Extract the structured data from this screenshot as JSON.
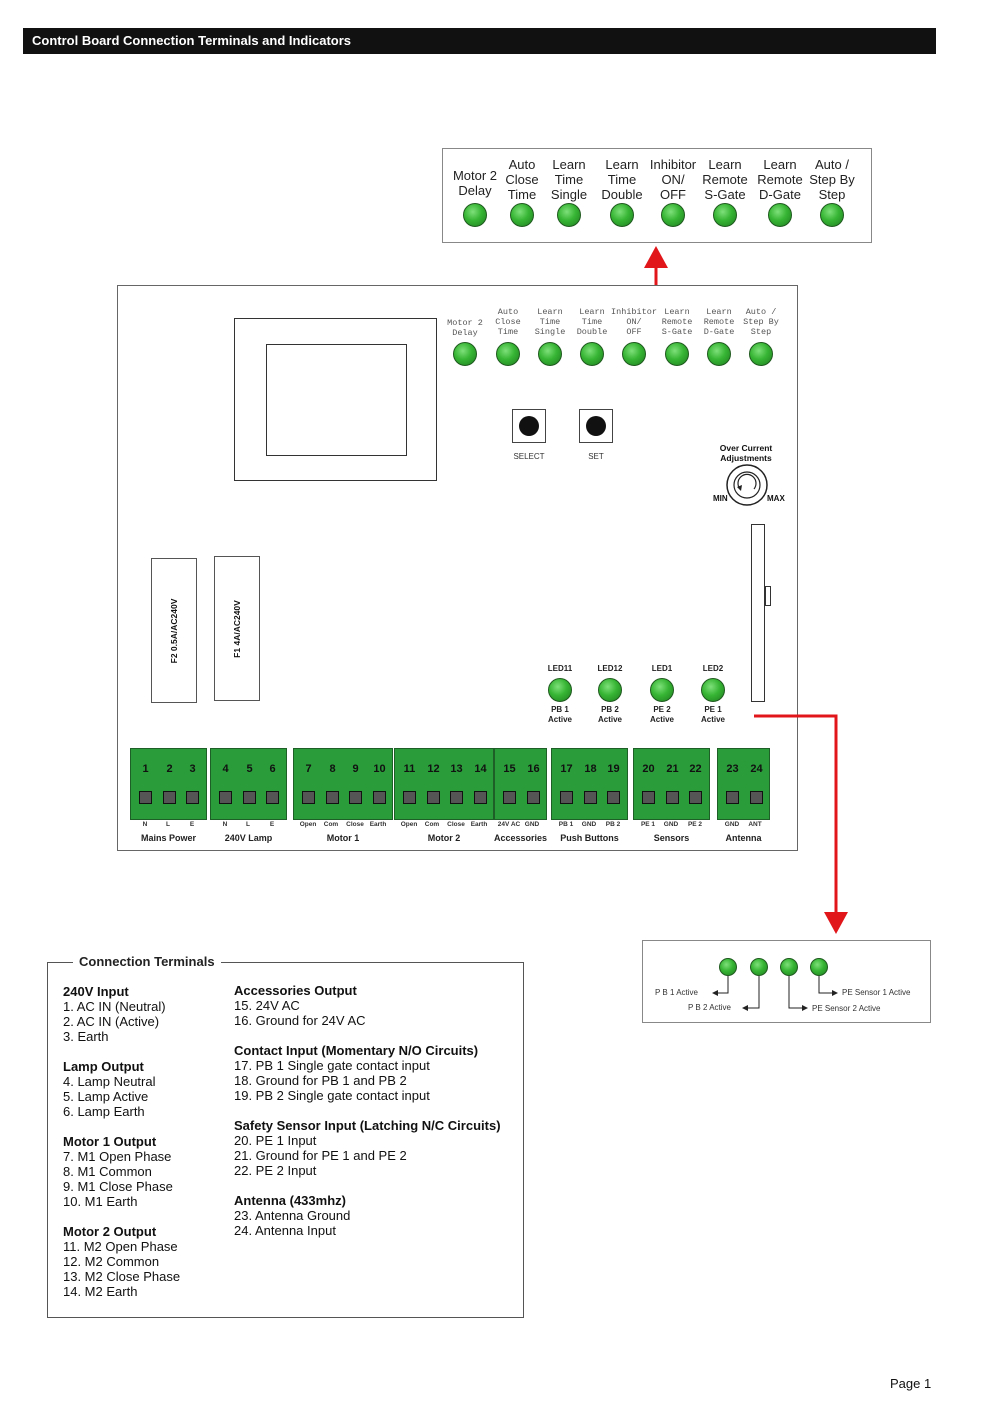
{
  "header": {
    "title": "Control Board Connection Terminals and Indicators"
  },
  "indicators": [
    {
      "line1": "Motor 2",
      "line2": "Delay",
      "line3": ""
    },
    {
      "line1": "Auto",
      "line2": "Close",
      "line3": "Time"
    },
    {
      "line1": "Learn",
      "line2": "Time",
      "line3": "Single"
    },
    {
      "line1": "Learn",
      "line2": "Time",
      "line3": "Double"
    },
    {
      "line1": "Inhibitor",
      "line2": "ON/",
      "line3": "OFF"
    },
    {
      "line1": "Learn",
      "line2": "Remote",
      "line3": "S-Gate"
    },
    {
      "line1": "Learn",
      "line2": "Remote",
      "line3": "D-Gate"
    },
    {
      "line1": "Auto /",
      "line2": "Step By",
      "line3": "Step"
    }
  ],
  "buttons": {
    "select": "SELECT",
    "set": "SET"
  },
  "over_current": {
    "line1": "Over Current",
    "line2": "Adjustments",
    "min": "MIN",
    "max": "MAX"
  },
  "fuses": {
    "f2": "F2 0.5A/AC240V",
    "f1": "F1 4A/AC240V"
  },
  "status_leds": [
    {
      "name": "LED11",
      "line1": "PB 1",
      "line2": "Active"
    },
    {
      "name": "LED12",
      "line1": "PB 2",
      "line2": "Active"
    },
    {
      "name": "LED1",
      "line1": "PE 2",
      "line2": "Active"
    },
    {
      "name": "LED2",
      "line1": "PE 1",
      "line2": "Active"
    }
  ],
  "terminal_groups": [
    {
      "label": "Mains Power",
      "terminals": [
        "1",
        "2",
        "3"
      ],
      "pins": [
        "N",
        "L",
        "E"
      ]
    },
    {
      "label": "240V Lamp",
      "terminals": [
        "4",
        "5",
        "6"
      ],
      "pins": [
        "N",
        "L",
        "E"
      ]
    },
    {
      "label": "Motor 1",
      "terminals": [
        "7",
        "8",
        "9",
        "10"
      ],
      "pins": [
        "Open",
        "Com",
        "Close",
        "Earth"
      ]
    },
    {
      "label": "Motor 2",
      "terminals": [
        "11",
        "12",
        "13",
        "14"
      ],
      "pins": [
        "Open",
        "Com",
        "Close",
        "Earth"
      ]
    },
    {
      "label": "Accessories",
      "terminals": [
        "15",
        "16"
      ],
      "pins": [
        "24V AC",
        "GND"
      ]
    },
    {
      "label": "Push Buttons",
      "terminals": [
        "17",
        "18",
        "19"
      ],
      "pins": [
        "PB 1",
        "GND",
        "PB 2"
      ]
    },
    {
      "label": "Sensors",
      "terminals": [
        "20",
        "21",
        "22"
      ],
      "pins": [
        "PE 1",
        "GND",
        "PE 2"
      ]
    },
    {
      "label": "Antenna",
      "terminals": [
        "23",
        "24"
      ],
      "pins": [
        "GND",
        "ANT"
      ]
    }
  ],
  "sensor_legend": {
    "pb1": "P B 1 Active",
    "pb2": "P B 2 Active",
    "pe1": "PE Sensor 1 Active",
    "pe2": "PE Sensor 2 Active"
  },
  "connection_terminals": {
    "title": "Connection Terminals",
    "left": [
      {
        "title": "240V Input",
        "items": [
          "1. AC IN (Neutral)",
          "2. AC IN (Active)",
          "3. Earth"
        ]
      },
      {
        "title": "Lamp Output",
        "items": [
          "4. Lamp Neutral",
          "5. Lamp Active",
          "6. Lamp Earth"
        ]
      },
      {
        "title": "Motor 1 Output",
        "items": [
          "7. M1 Open Phase",
          "8. M1 Common",
          "9. M1 Close Phase",
          "10. M1 Earth"
        ]
      },
      {
        "title": "Motor 2 Output",
        "items": [
          "11. M2 Open Phase",
          "12. M2 Common",
          "13. M2 Close Phase",
          "14. M2 Earth"
        ]
      }
    ],
    "right": [
      {
        "title": "Accessories Output",
        "items": [
          "15. 24V AC",
          "16. Ground for 24V AC"
        ]
      },
      {
        "title": "Contact Input (Momentary N/O Circuits)",
        "items": [
          "17. PB 1 Single gate contact input",
          "18. Ground for PB 1 and PB 2",
          "19. PB 2 Single gate contact input"
        ]
      },
      {
        "title": "Safety Sensor Input (Latching N/C Circuits)",
        "items": [
          "20. PE 1 Input",
          "21. Ground for PE 1 and PE 2",
          "22. PE 2 Input"
        ]
      },
      {
        "title": "Antenna (433mhz)",
        "items": [
          "23. Antenna Ground",
          "24. Antenna Input"
        ]
      }
    ]
  },
  "footer": {
    "page": "Page 1"
  },
  "colors": {
    "led_green": "#37b534",
    "terminal_green": "#2a9d3a",
    "arrow_red": "#e0161b"
  }
}
